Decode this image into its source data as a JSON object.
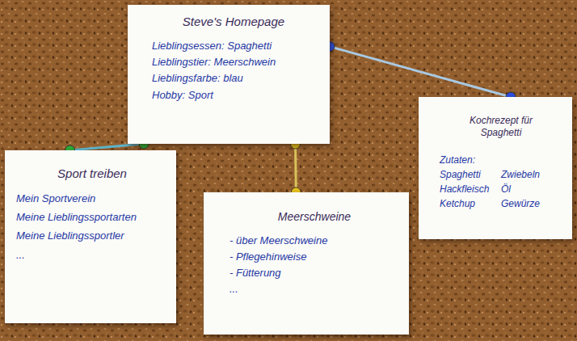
{
  "diagram": {
    "nodes": [
      {
        "text": [
          "Steve's Homepage",
          "Lieblingsessen: Spaghetti",
          "Lieblingstier: Meerschwein",
          "Lieblingsfarbe: blau",
          "Hobby: Sport"
        ]
      },
      {
        "text": [
          "Kochrezept für Spaghetti",
          "Zutaten:",
          "Spaghetti",
          "Hackfleisch",
          "Ketchup",
          "Zwiebeln",
          "Öl",
          "Gewürze"
        ]
      },
      {
        "text": [
          "Sport treiben",
          "Mein Sportverein",
          "Meine Lieblingssportarten",
          "Meine Lieblingssportler",
          "..."
        ]
      },
      {
        "text": [
          "Meerschweine",
          "- über Meerschweine",
          "- Pflegehinweise",
          "- Fütterung",
          "..."
        ]
      }
    ],
    "edges": [
      {
        "from": 0,
        "to": 2,
        "arrow": "none"
      },
      {
        "from": 0,
        "to": 3,
        "arrow": "none"
      },
      {
        "from": 0,
        "to": 1,
        "arrow": "none"
      }
    ]
  }
}
